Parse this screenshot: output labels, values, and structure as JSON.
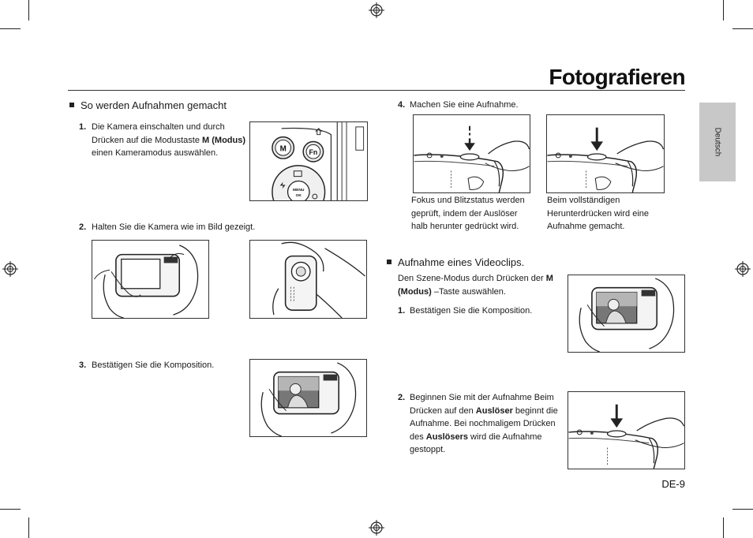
{
  "page": {
    "title": "Fotografieren",
    "side_tab": "Deutsch",
    "page_number": "DE-9"
  },
  "left": {
    "section": "So werden Aufnahmen gemacht",
    "step1": {
      "num": "1.",
      "text_a": "Die Kamera einschalten und durch Drücken auf die Modustaste ",
      "bold": "M (Modus)",
      "text_b": " einen Kameramodus auswählen."
    },
    "step2": {
      "num": "2.",
      "text": "Halten Sie die Kamera wie im Bild gezeigt."
    },
    "step3": {
      "num": "3.",
      "text": "Bestätigen Sie die Komposition."
    },
    "camera_buttons": {
      "mode": "M",
      "fn": "Fn",
      "menu": "MENU",
      "ok": "OK"
    }
  },
  "right": {
    "step4": {
      "num": "4.",
      "text": "Machen Sie eine Aufnahme."
    },
    "caption_half": "Fokus und Blitzstatus werden geprüft, indem der Auslöser halb herunter gedrückt wird.",
    "caption_full": "Beim vollständigen Herunterdrücken wird eine Aufnahme gemacht.",
    "section": "Aufnahme eines Videoclips.",
    "intro": {
      "text_a": "Den Szene-Modus durch Drücken der ",
      "bold": "M (Modus)",
      "text_b": " –Taste auswählen."
    },
    "step1": {
      "num": "1.",
      "text": "Bestätigen Sie die Komposition."
    },
    "step2": {
      "num": "2.",
      "text_a": "Beginnen Sie mit der Aufnahme Beim Drücken auf den ",
      "bold_a": "Auslöser",
      "text_b": " beginnt die Aufnahme. Bei nochmaligem Drücken des ",
      "bold_b": "Auslösers",
      "text_c": " wird die Aufnahme gestoppt."
    }
  }
}
